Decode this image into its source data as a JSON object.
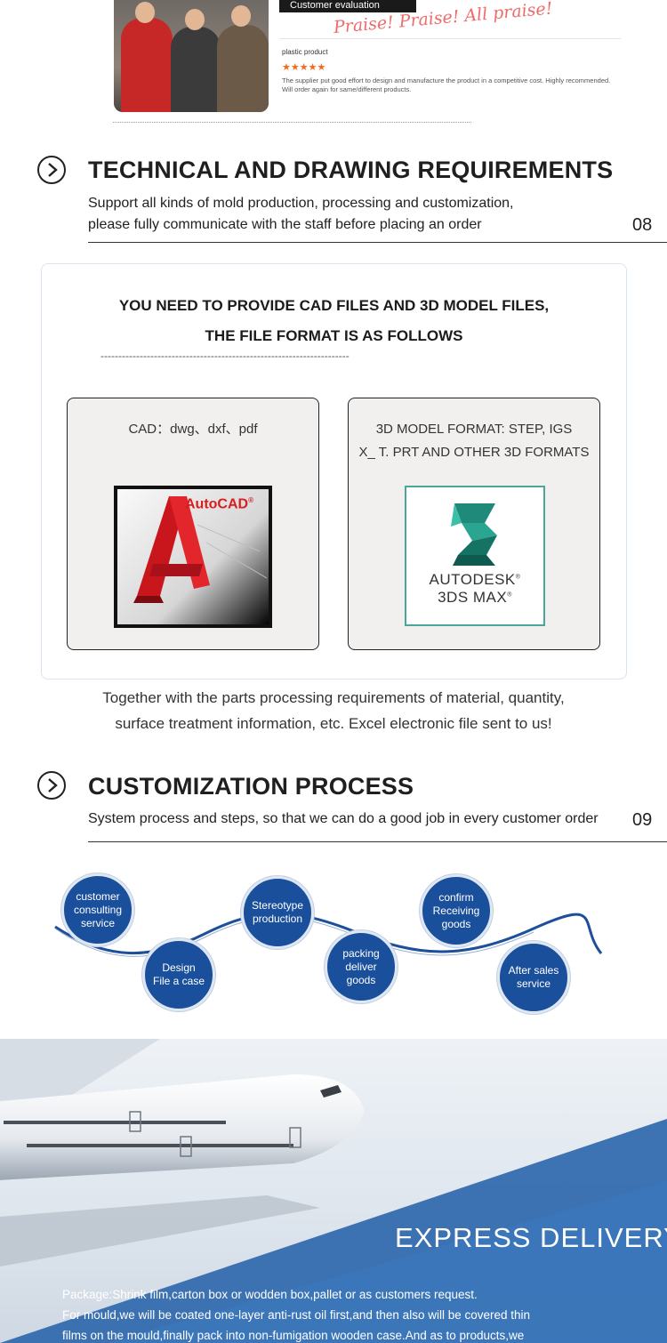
{
  "review": {
    "tag": "Customer evaluation",
    "product": "plastic product",
    "praise": "Praise! Praise! All praise!",
    "stars": "★★★★★",
    "text": "The supplier put good effort to design and manufacture the product in a competitive cost. Highly recommended. Will order again for same/different products."
  },
  "section_technical": {
    "title": "TECHNICAL AND DRAWING REQUIREMENTS",
    "subtitle_line1": "Support all kinds of mold production, processing and customization,",
    "subtitle_line2": "please fully communicate with the staff before placing an order",
    "number": "08"
  },
  "formats": {
    "heading_line1": "YOU NEED TO PROVIDE CAD FILES AND 3D MODEL FILES,",
    "heading_line2": "THE FILE FORMAT IS AS FOLLOWS",
    "dashes": "----------------------------------------------------------------------",
    "cad_text": "CAD：dwg、dxf、pdf",
    "model_line1": "3D MODEL FORMAT: STEP, IGS",
    "model_line2": "X_ T. PRT AND OTHER 3D FORMATS",
    "autocad_logo": "AutoCAD",
    "autocad_reg": "®",
    "max_line1": "AUTODESK",
    "max_line2": "3DS MAX",
    "reg": "®",
    "note_line1": "Together with the parts processing requirements of material, quantity,",
    "note_line2": "surface treatment information, etc. Excel electronic file sent to us!"
  },
  "section_process": {
    "title": "CUSTOMIZATION PROCESS",
    "subtitle": "System process and steps, so that we can do a good job in every customer order",
    "number": "09"
  },
  "process_steps": [
    "customer consulting service",
    "Design File a case",
    "Stereotype production",
    "packing deliver goods",
    "confirm Receiving goods",
    "After sales service"
  ],
  "process_step_lines": [
    [
      "customer",
      "consulting",
      "service"
    ],
    [
      "Design",
      "File a case"
    ],
    [
      "Stereotype",
      "production"
    ],
    [
      "packing",
      "deliver",
      "goods"
    ],
    [
      "confirm",
      "Receiving",
      "goods"
    ],
    [
      "After sales",
      "service"
    ]
  ],
  "express": {
    "title": "EXPRESS DELIVERY",
    "line1": "Package:Shrink film,carton box or wodden box,pallet or as customers request.",
    "line2": "For mould,we will be coated one-layer anti-rust oil first,and then also will be covered thin",
    "line3": "films on the mould,finally pack into non-fumigation wooden case.And as to products,we"
  },
  "colors": {
    "accent_blue": "#1a4f9c",
    "wave_blue": "#1d4f9a",
    "praise_red": "#ee6b6b",
    "star_orange": "#f26a1b",
    "express_blue": "#2f68ad",
    "max_teal": "#4aa69b"
  },
  "icons": {
    "section": "chevron-right-circle-icon",
    "autocad": "autocad-logo-icon",
    "max": "3ds-max-logo-icon",
    "plane": "airplane-photo"
  }
}
